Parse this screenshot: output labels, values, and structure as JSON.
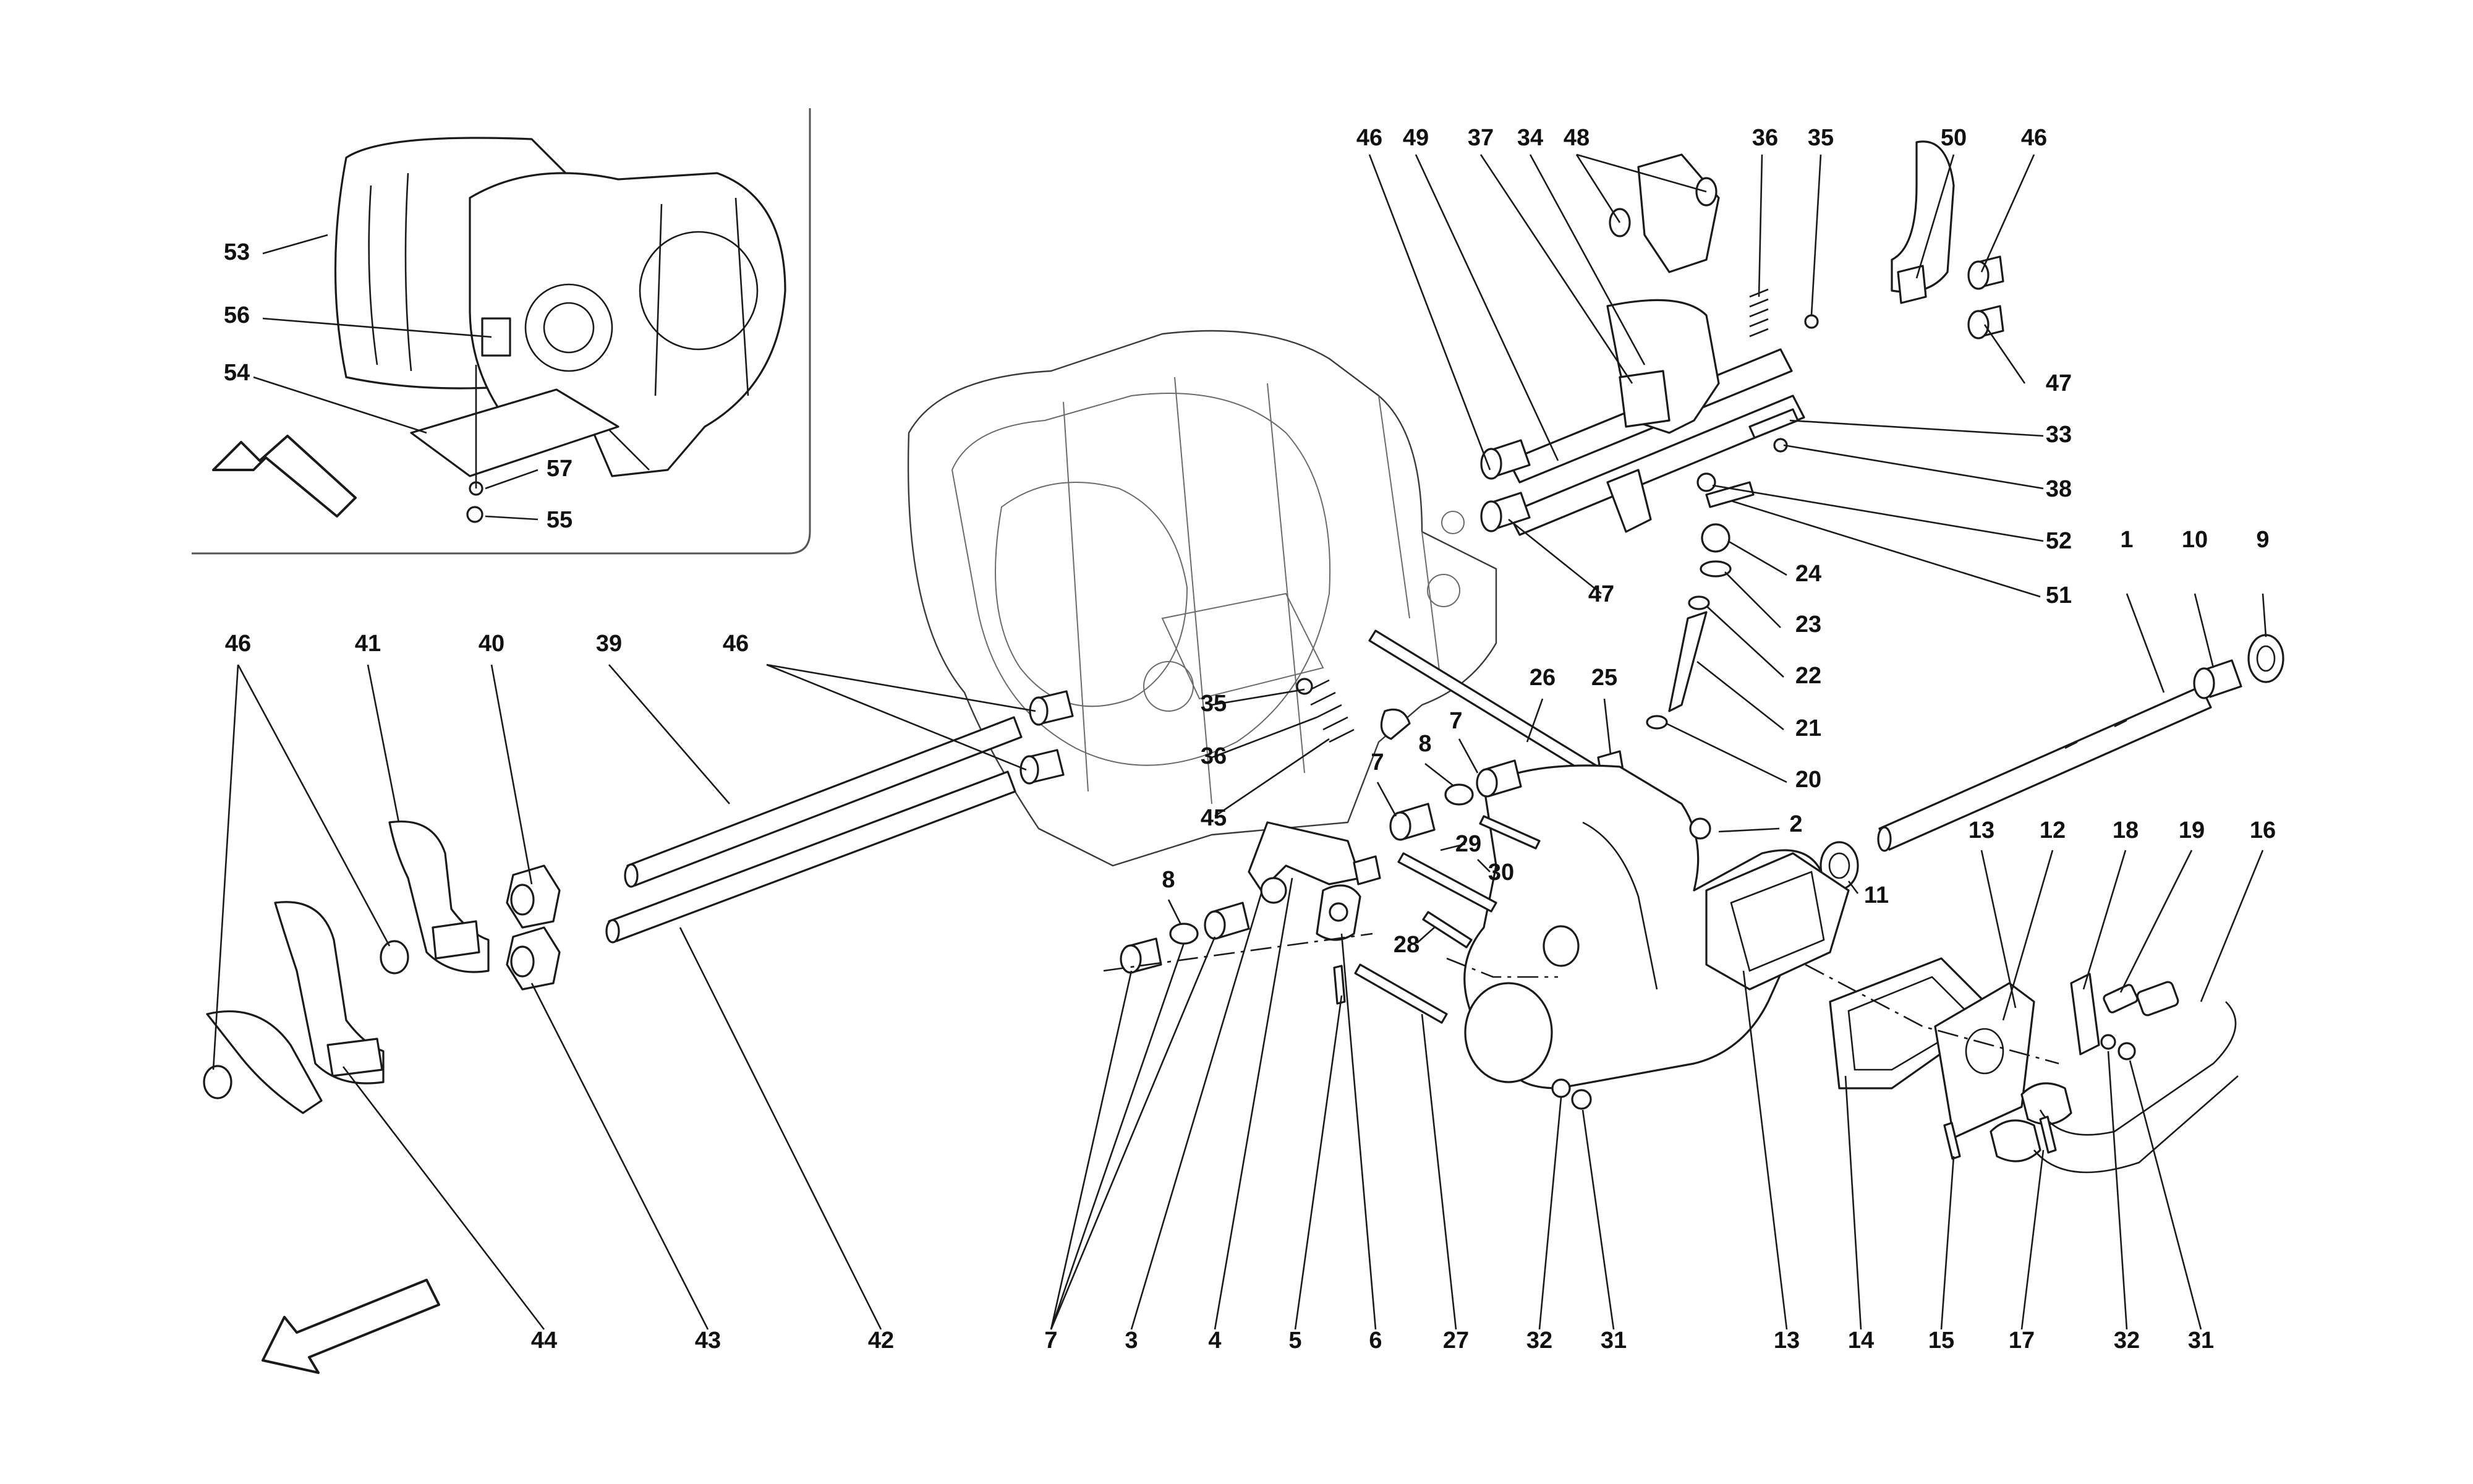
{
  "callouts": [
    {
      "id": "c-1",
      "text": "1"
    },
    {
      "id": "c-2",
      "text": "2"
    },
    {
      "id": "c-3",
      "text": "3"
    },
    {
      "id": "c-4",
      "text": "4"
    },
    {
      "id": "c-5",
      "text": "5"
    },
    {
      "id": "c-6",
      "text": "6"
    },
    {
      "id": "c-7a",
      "text": "7"
    },
    {
      "id": "c-7b",
      "text": "7"
    },
    {
      "id": "c-7c",
      "text": "7"
    },
    {
      "id": "c-8a",
      "text": "8"
    },
    {
      "id": "c-8b",
      "text": "8"
    },
    {
      "id": "c-9",
      "text": "9"
    },
    {
      "id": "c-10",
      "text": "10"
    },
    {
      "id": "c-11",
      "text": "11"
    },
    {
      "id": "c-12",
      "text": "12"
    },
    {
      "id": "c-13a",
      "text": "13"
    },
    {
      "id": "c-13b",
      "text": "13"
    },
    {
      "id": "c-14",
      "text": "14"
    },
    {
      "id": "c-15",
      "text": "15"
    },
    {
      "id": "c-16",
      "text": "16"
    },
    {
      "id": "c-17",
      "text": "17"
    },
    {
      "id": "c-18",
      "text": "18"
    },
    {
      "id": "c-19",
      "text": "19"
    },
    {
      "id": "c-20",
      "text": "20"
    },
    {
      "id": "c-21",
      "text": "21"
    },
    {
      "id": "c-22",
      "text": "22"
    },
    {
      "id": "c-23",
      "text": "23"
    },
    {
      "id": "c-24",
      "text": "24"
    },
    {
      "id": "c-25",
      "text": "25"
    },
    {
      "id": "c-26",
      "text": "26"
    },
    {
      "id": "c-27",
      "text": "27"
    },
    {
      "id": "c-28",
      "text": "28"
    },
    {
      "id": "c-29",
      "text": "29"
    },
    {
      "id": "c-30",
      "text": "30"
    },
    {
      "id": "c-31a",
      "text": "31"
    },
    {
      "id": "c-31b",
      "text": "31"
    },
    {
      "id": "c-32a",
      "text": "32"
    },
    {
      "id": "c-32b",
      "text": "32"
    },
    {
      "id": "c-33",
      "text": "33"
    },
    {
      "id": "c-34",
      "text": "34"
    },
    {
      "id": "c-35a",
      "text": "35"
    },
    {
      "id": "c-35b",
      "text": "35"
    },
    {
      "id": "c-36a",
      "text": "36"
    },
    {
      "id": "c-36b",
      "text": "36"
    },
    {
      "id": "c-37",
      "text": "37"
    },
    {
      "id": "c-38",
      "text": "38"
    },
    {
      "id": "c-39",
      "text": "39"
    },
    {
      "id": "c-40",
      "text": "40"
    },
    {
      "id": "c-41",
      "text": "41"
    },
    {
      "id": "c-42",
      "text": "42"
    },
    {
      "id": "c-43",
      "text": "43"
    },
    {
      "id": "c-44",
      "text": "44"
    },
    {
      "id": "c-45",
      "text": "45"
    },
    {
      "id": "c-46a",
      "text": "46"
    },
    {
      "id": "c-46b",
      "text": "46"
    },
    {
      "id": "c-46c",
      "text": "46"
    },
    {
      "id": "c-46d",
      "text": "46"
    },
    {
      "id": "c-47a",
      "text": "47"
    },
    {
      "id": "c-47b",
      "text": "47"
    },
    {
      "id": "c-48",
      "text": "48"
    },
    {
      "id": "c-49",
      "text": "49"
    },
    {
      "id": "c-50",
      "text": "50"
    },
    {
      "id": "c-51",
      "text": "51"
    },
    {
      "id": "c-52",
      "text": "52"
    },
    {
      "id": "c-53",
      "text": "53"
    },
    {
      "id": "c-54",
      "text": "54"
    },
    {
      "id": "c-55",
      "text": "55"
    },
    {
      "id": "c-56",
      "text": "56"
    },
    {
      "id": "c-57",
      "text": "57"
    }
  ]
}
